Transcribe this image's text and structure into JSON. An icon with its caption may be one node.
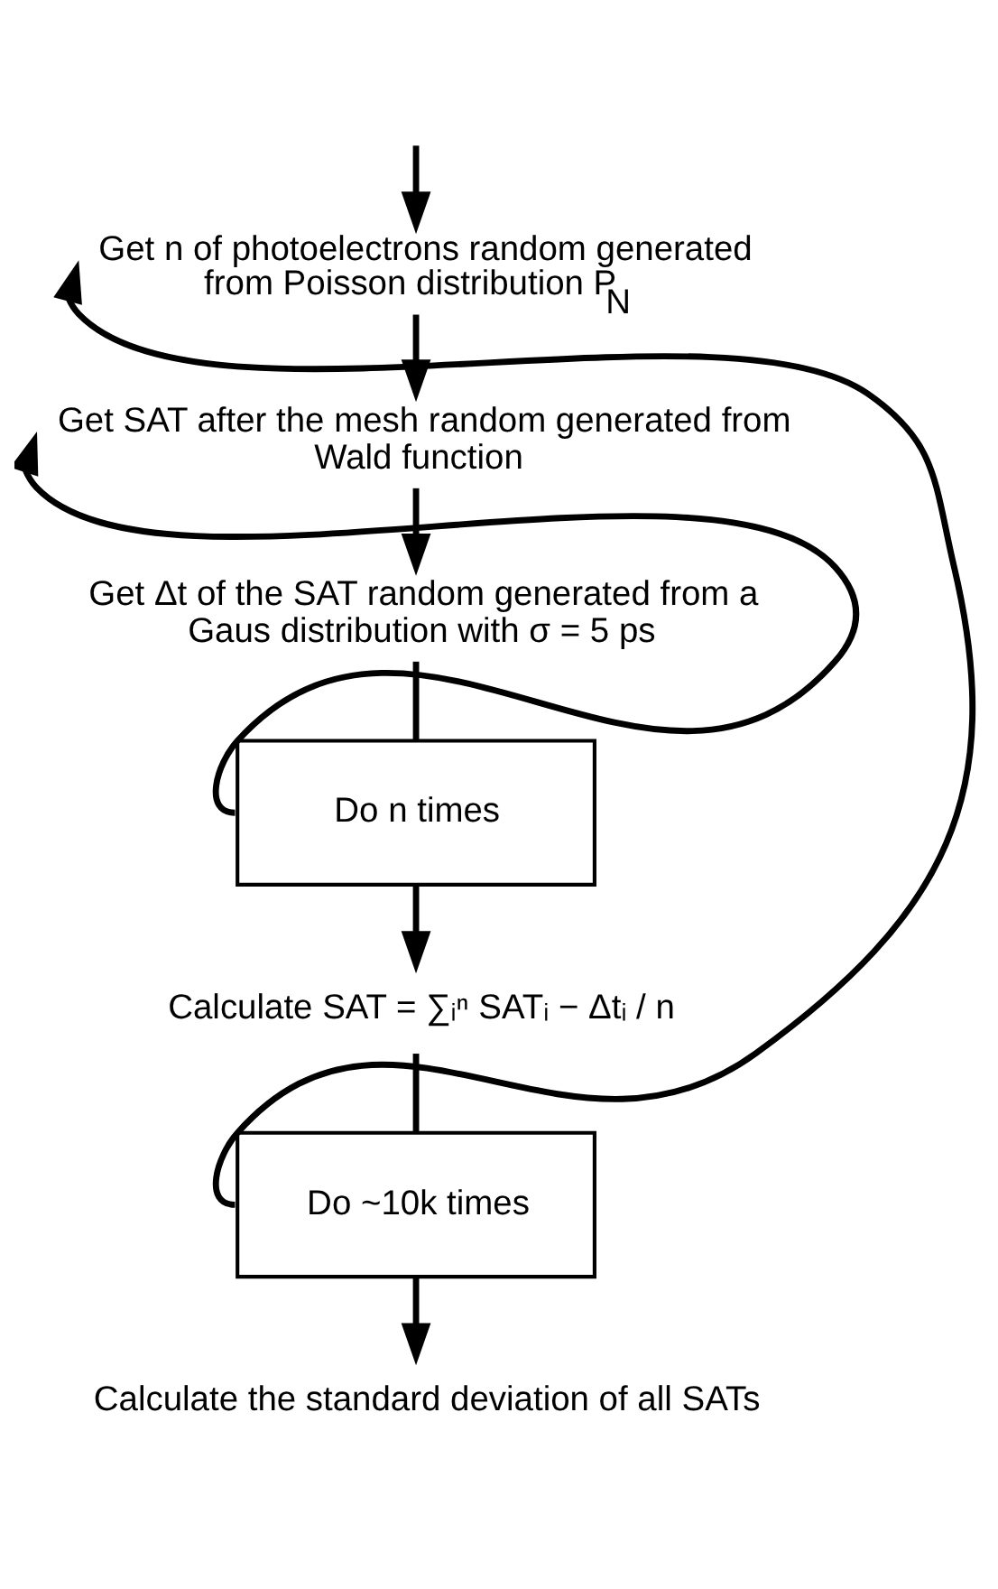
{
  "diagram": {
    "nodes": [
      {
        "text": [
          "Get n of photoelectrons random generated from Poisson distribution P$_{N}$"
        ]
      },
      {
        "text": [
          "Get SAT after the mesh random generated from Wald function"
        ]
      },
      {
        "text": [
          "Get Δt of the SAT random generated from a Gaus distribution with σ = 5 ps"
        ]
      },
      {
        "text": [
          "Do n times"
        ]
      },
      {
        "text": [
          "Calculate SAT = ∑ᵢⁿ SATᵢ − Δtᵢ / n"
        ]
      },
      {
        "text": [
          "Do ~10k times"
        ]
      },
      {
        "text": [
          "Calculate the standard deviation of all SATs"
        ]
      }
    ],
    "edges": [
      {
        "from": null,
        "to": 0,
        "arrow": "to"
      },
      {
        "from": 0,
        "to": 1,
        "arrow": "to"
      },
      {
        "from": 1,
        "to": 2,
        "arrow": "to"
      },
      {
        "from": 2,
        "to": 3,
        "arrow": "none"
      },
      {
        "from": 3,
        "to": 1,
        "arrow": "to"
      },
      {
        "from": 3,
        "to": 4,
        "arrow": "to"
      },
      {
        "from": 4,
        "to": 5,
        "arrow": "none"
      },
      {
        "from": 5,
        "to": 0,
        "arrow": "to"
      },
      {
        "from": 5,
        "to": 6,
        "arrow": "to"
      }
    ]
  }
}
